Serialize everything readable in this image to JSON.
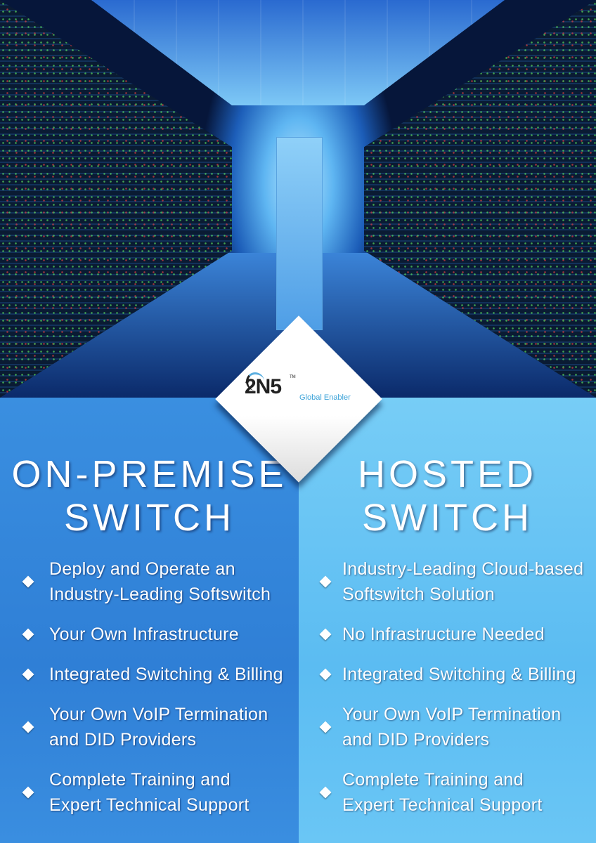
{
  "logo": {
    "brand": "2N5",
    "trademark": "TM",
    "tagline": "Global Enabler"
  },
  "left": {
    "title": "ON-PREMISE\nSWITCH",
    "items": [
      "Deploy and Operate an\nIndustry-Leading Softswitch",
      "Your Own Infrastructure",
      "Integrated Switching & Billing",
      "Your Own VoIP Termination\nand DID Providers",
      "Complete Training and\nExpert Technical Support"
    ]
  },
  "right": {
    "title": "HOSTED\nSWITCH",
    "items": [
      "Industry-Leading Cloud-based\nSoftswitch Solution",
      "No Infrastructure Needed",
      "Integrated Switching & Billing",
      "Your Own VoIP Termination\nand DID Providers",
      "Complete Training and\nExpert Technical Support"
    ]
  }
}
